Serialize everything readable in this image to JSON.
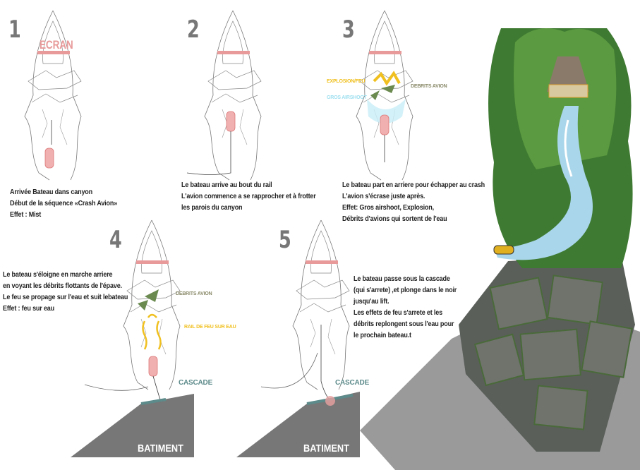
{
  "panels": [
    {
      "number": "1",
      "lines": [
        "Arrivée Bateau dans canyon",
        "Début de la séquence «Crash Avion»",
        "Effet : Mist"
      ],
      "labels": {
        "screen": "ECRAN"
      }
    },
    {
      "number": "2",
      "lines": [
        "Le bateau arrive au bout du rail",
        "L'avion commence a se rapprocher et à frotter",
        "les parois du canyon"
      ]
    },
    {
      "number": "3",
      "lines": [
        "Le bateau part en arriere pour échapper au crash",
        "L'avion s'écrase juste après.",
        "Effet: Gros airshoot, Explosion,",
        "Débrits d'avions qui sortent de l'eau"
      ],
      "labels": {
        "explosion": "EXPLOSION/FEU",
        "airshoot": "GROS AIRSHOOT",
        "debris": "DEBRITS AVION"
      }
    },
    {
      "number": "4",
      "lines": [
        "Le bateau s'éloigne en marche arriere",
        "en voyant les débrits flottants de l'épave.",
        "Le feu se propage sur l'eau et suit lebateau",
        "Effet : feu sur eau"
      ],
      "labels": {
        "debris": "DEBRITS AVION",
        "fire_rail": "RAIL DE FEU SUR EAU",
        "cascade": "CASCADE",
        "building": "BATIMENT"
      }
    },
    {
      "number": "5",
      "lines": [
        "Le bateau passe sous la cascade",
        "(qui s'arrete) ,et plonge dans le noir",
        "jusqu'au lift.",
        "Les effets de feu s'arrete et les",
        "débrits replongent sous l'eau pour",
        "le prochain bateau.t"
      ],
      "labels": {
        "cascade": "CASCADE",
        "building": "BATIMENT"
      }
    }
  ],
  "colors": {
    "screen": "#e89a9a",
    "explosion": "#f0c020",
    "airshoot": "#9fe0f0",
    "debris": "#8a8a6a",
    "cascade": "#5d8a8a",
    "building": "#707070"
  }
}
